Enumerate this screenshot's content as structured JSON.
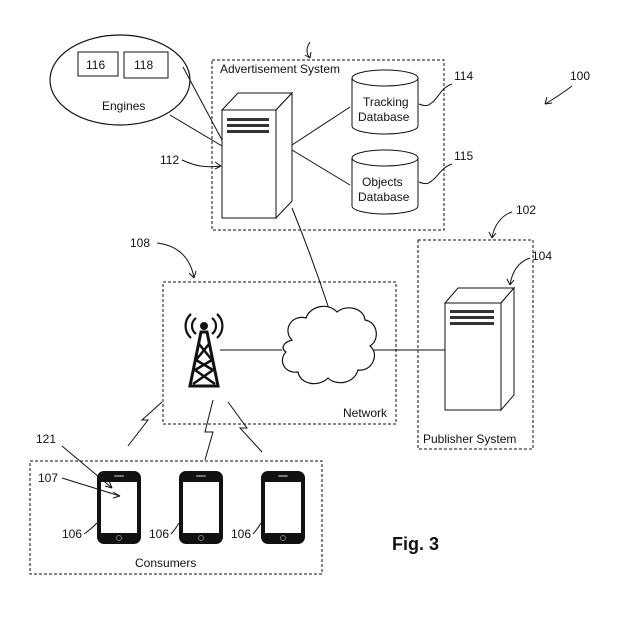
{
  "figure_label": "Fig. 3",
  "reference_numerals": {
    "system": "100",
    "publisher_callout": "102",
    "publisher_server": "104",
    "consumer_device": "106",
    "consumer_screen": "107",
    "network_callout": "108",
    "ad_server": "112",
    "tracking_db": "114",
    "objects_db": "115",
    "engine_a": "116",
    "engine_b": "118",
    "consumer_app": "121"
  },
  "advertisement_system": {
    "title": "Advertisement System",
    "engines_label": "Engines",
    "tracking_db_line1": "Tracking",
    "tracking_db_line2": "Database",
    "objects_db_line1": "Objects",
    "objects_db_line2": "Database"
  },
  "network": {
    "label": "Network"
  },
  "publisher": {
    "label": "Publisher System"
  },
  "consumers": {
    "label": "Consumers"
  }
}
